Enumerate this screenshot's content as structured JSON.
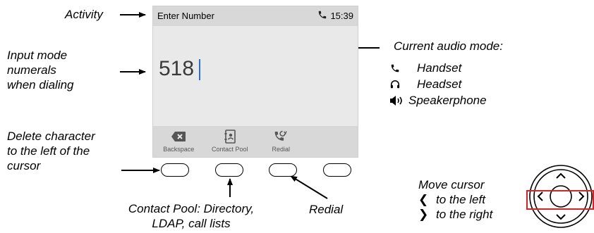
{
  "screen": {
    "activity": "Enter Number",
    "time": "15:39",
    "digits": "518",
    "softkeys": [
      {
        "label": "Backspace",
        "icon": "backspace-icon"
      },
      {
        "label": "Contact Pool",
        "icon": "contact-pool-icon"
      },
      {
        "label": "Redial",
        "icon": "redial-icon"
      }
    ]
  },
  "annotations": {
    "activity": "Activity",
    "input_mode": [
      "Input mode",
      "numerals",
      "when dialing"
    ],
    "delete": [
      "Delete character",
      "to the left of the",
      "cursor"
    ],
    "contact_pool": [
      "Contact Pool:  Directory,",
      "LDAP, call lists"
    ],
    "redial": "Redial",
    "audio_mode": "Current audio mode:",
    "audio_modes": [
      "Handset",
      "Headset",
      "Speakerphone"
    ],
    "move_cursor": "Move cursor",
    "cursor_left": "to the left",
    "cursor_right": "to the right"
  },
  "colors": {
    "cursor": "#2b6fd6",
    "highlight": "#e02020",
    "screen_bg": "#e9e9e9",
    "bar_bg": "#d8d8d8",
    "softkey_icon": "#555555"
  }
}
